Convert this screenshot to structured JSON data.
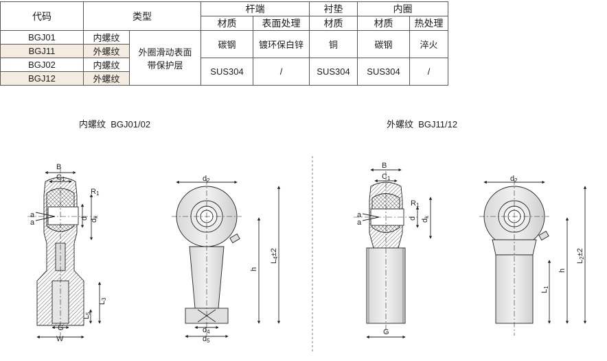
{
  "table": {
    "h_code": "代码",
    "h_type": "类型",
    "h_rod_end": "杆端",
    "h_liner": "衬垫",
    "h_inner_ring": "内圈",
    "h_material": "材质",
    "h_surface": "表面处理",
    "h_liner_material": "材质",
    "h_inner_material": "材质",
    "h_heat": "热处理",
    "type_note_1": "外圈滑动表面",
    "type_note_2": "带保护层",
    "rows": [
      {
        "code": "BGJ01",
        "thread": "内螺纹"
      },
      {
        "code": "BGJ11",
        "thread": "外螺纹"
      },
      {
        "code": "BGJ02",
        "thread": "内螺纹"
      },
      {
        "code": "BGJ12",
        "thread": "外螺纹"
      }
    ],
    "group1": {
      "rod_material": "碳钢",
      "surface": "镀环保白锌",
      "liner": "铜",
      "inner_material": "碳钢",
      "heat": "淬火"
    },
    "group2": {
      "rod_material": "SUS304",
      "surface": "/",
      "liner": "SUS304",
      "inner_material": "SUS304",
      "heat": "/"
    }
  },
  "captions": {
    "internal_label": "内螺纹",
    "internal_models": "BGJ01/02",
    "external_label": "外螺纹",
    "external_models": "BGJ11/12"
  },
  "dims": {
    "B": "B",
    "C": "C",
    "one": "1",
    "R": "R",
    "a": "a",
    "d": "d",
    "k": "k",
    "L": "L",
    "three": "3",
    "five": "5",
    "G": "G",
    "W": "W",
    "two": "2",
    "four": "4",
    "h": "h",
    "pm2": "±2"
  }
}
